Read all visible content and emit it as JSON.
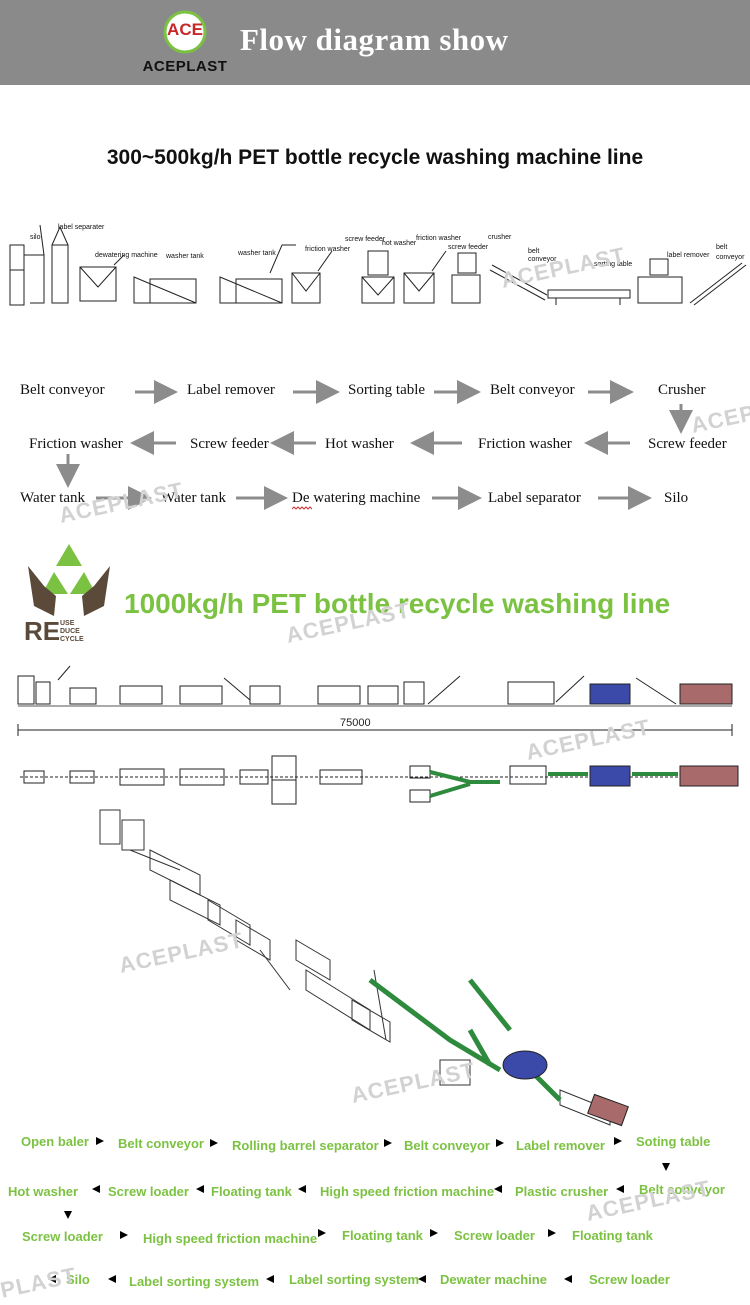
{
  "header": {
    "logo_mark": "ACE",
    "logo_name": "ACEPLAST",
    "title": "Flow diagram show"
  },
  "section1": {
    "title": "300~500kg/h PET bottle recycle washing machine line",
    "drawing_labels": [
      "silo",
      "label separater",
      "dewatering machine",
      "washer tank",
      "washer tank",
      "friction washer",
      "screw feeder",
      "hot washer",
      "friction washer",
      "screw feeder",
      "crusher",
      "belt conveyor",
      "sorting table",
      "label remover",
      "belt conveyor"
    ],
    "flow": [
      "Belt conveyor",
      "Label remover",
      "Sorting table",
      "Belt conveyor",
      "Crusher",
      "Screw feeder",
      "Friction washer",
      "Hot washer",
      "Screw feeder",
      "Friction washer",
      "Water tank",
      "Water tank",
      "De watering machine",
      "Label separator",
      "Silo"
    ]
  },
  "section2": {
    "reuse_badge": {
      "big": "RE",
      "lines": [
        "USE",
        "DUCE",
        "CYCLE"
      ]
    },
    "title": "1000kg/h PET bottle recycle washing line",
    "dimension": "75000",
    "flow": [
      "Open baler",
      "Belt conveyor",
      "Rolling barrel separator",
      "Belt conveyor",
      "Label remover",
      "Soting table",
      "Belt conveyor",
      "Plastic crusher",
      "High speed friction machine",
      "Floating tank",
      "Screw loader",
      "Hot washer",
      "Screw loader",
      "High speed friction machine",
      "Floating tank",
      "Screw loader",
      "Floating tank",
      "Screw loader",
      "Dewater machine",
      "Label sorting system",
      "Label sorting system",
      "Silo"
    ]
  },
  "watermark": "ACEPLAST",
  "watermark_partial": "PLAST",
  "colors": {
    "header_bg": "#8a8a8a",
    "accent_green": "#7cc242",
    "arrow_gray": "#8c8c8c"
  }
}
